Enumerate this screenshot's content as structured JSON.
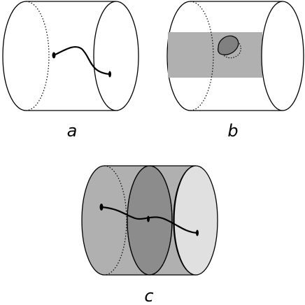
{
  "figure": {
    "panels": [
      {
        "id": "a",
        "label": "a"
      },
      {
        "id": "b",
        "label": "b"
      },
      {
        "id": "c",
        "label": "c"
      }
    ]
  },
  "colors": {
    "stroke": "#000000",
    "band": "#b0b0b0",
    "disk": "#808080",
    "shade_left": "#b0b0b0",
    "shade_mid": "#8c8c8c",
    "shade_right": "#e0e0e0",
    "background": "#ffffff"
  }
}
